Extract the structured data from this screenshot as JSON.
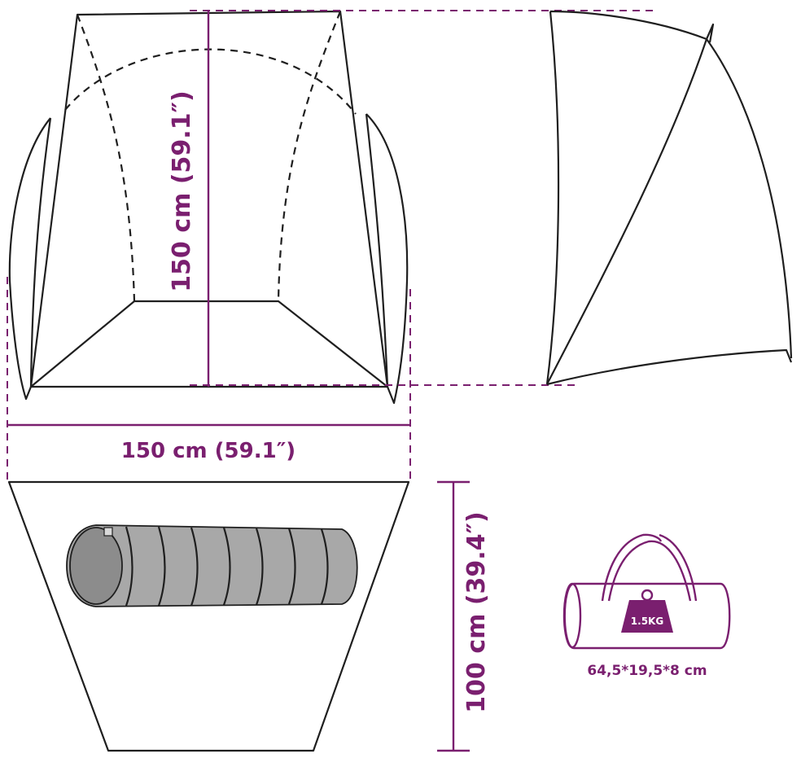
{
  "dimensions": {
    "height_label": "150 cm (59.1″)",
    "width_label": "150 cm (59.1″)",
    "depth_label": "100 cm (39.4″)"
  },
  "bag": {
    "weight_label": "1.5KG",
    "size_label": "64,5*19,5*8 cm"
  },
  "colors": {
    "accent": "#7a1f6f",
    "outline": "#1f1f1f",
    "sleeping_bag": "#a8a8a8",
    "sleeping_bag_hood": "#8c8c8c"
  }
}
